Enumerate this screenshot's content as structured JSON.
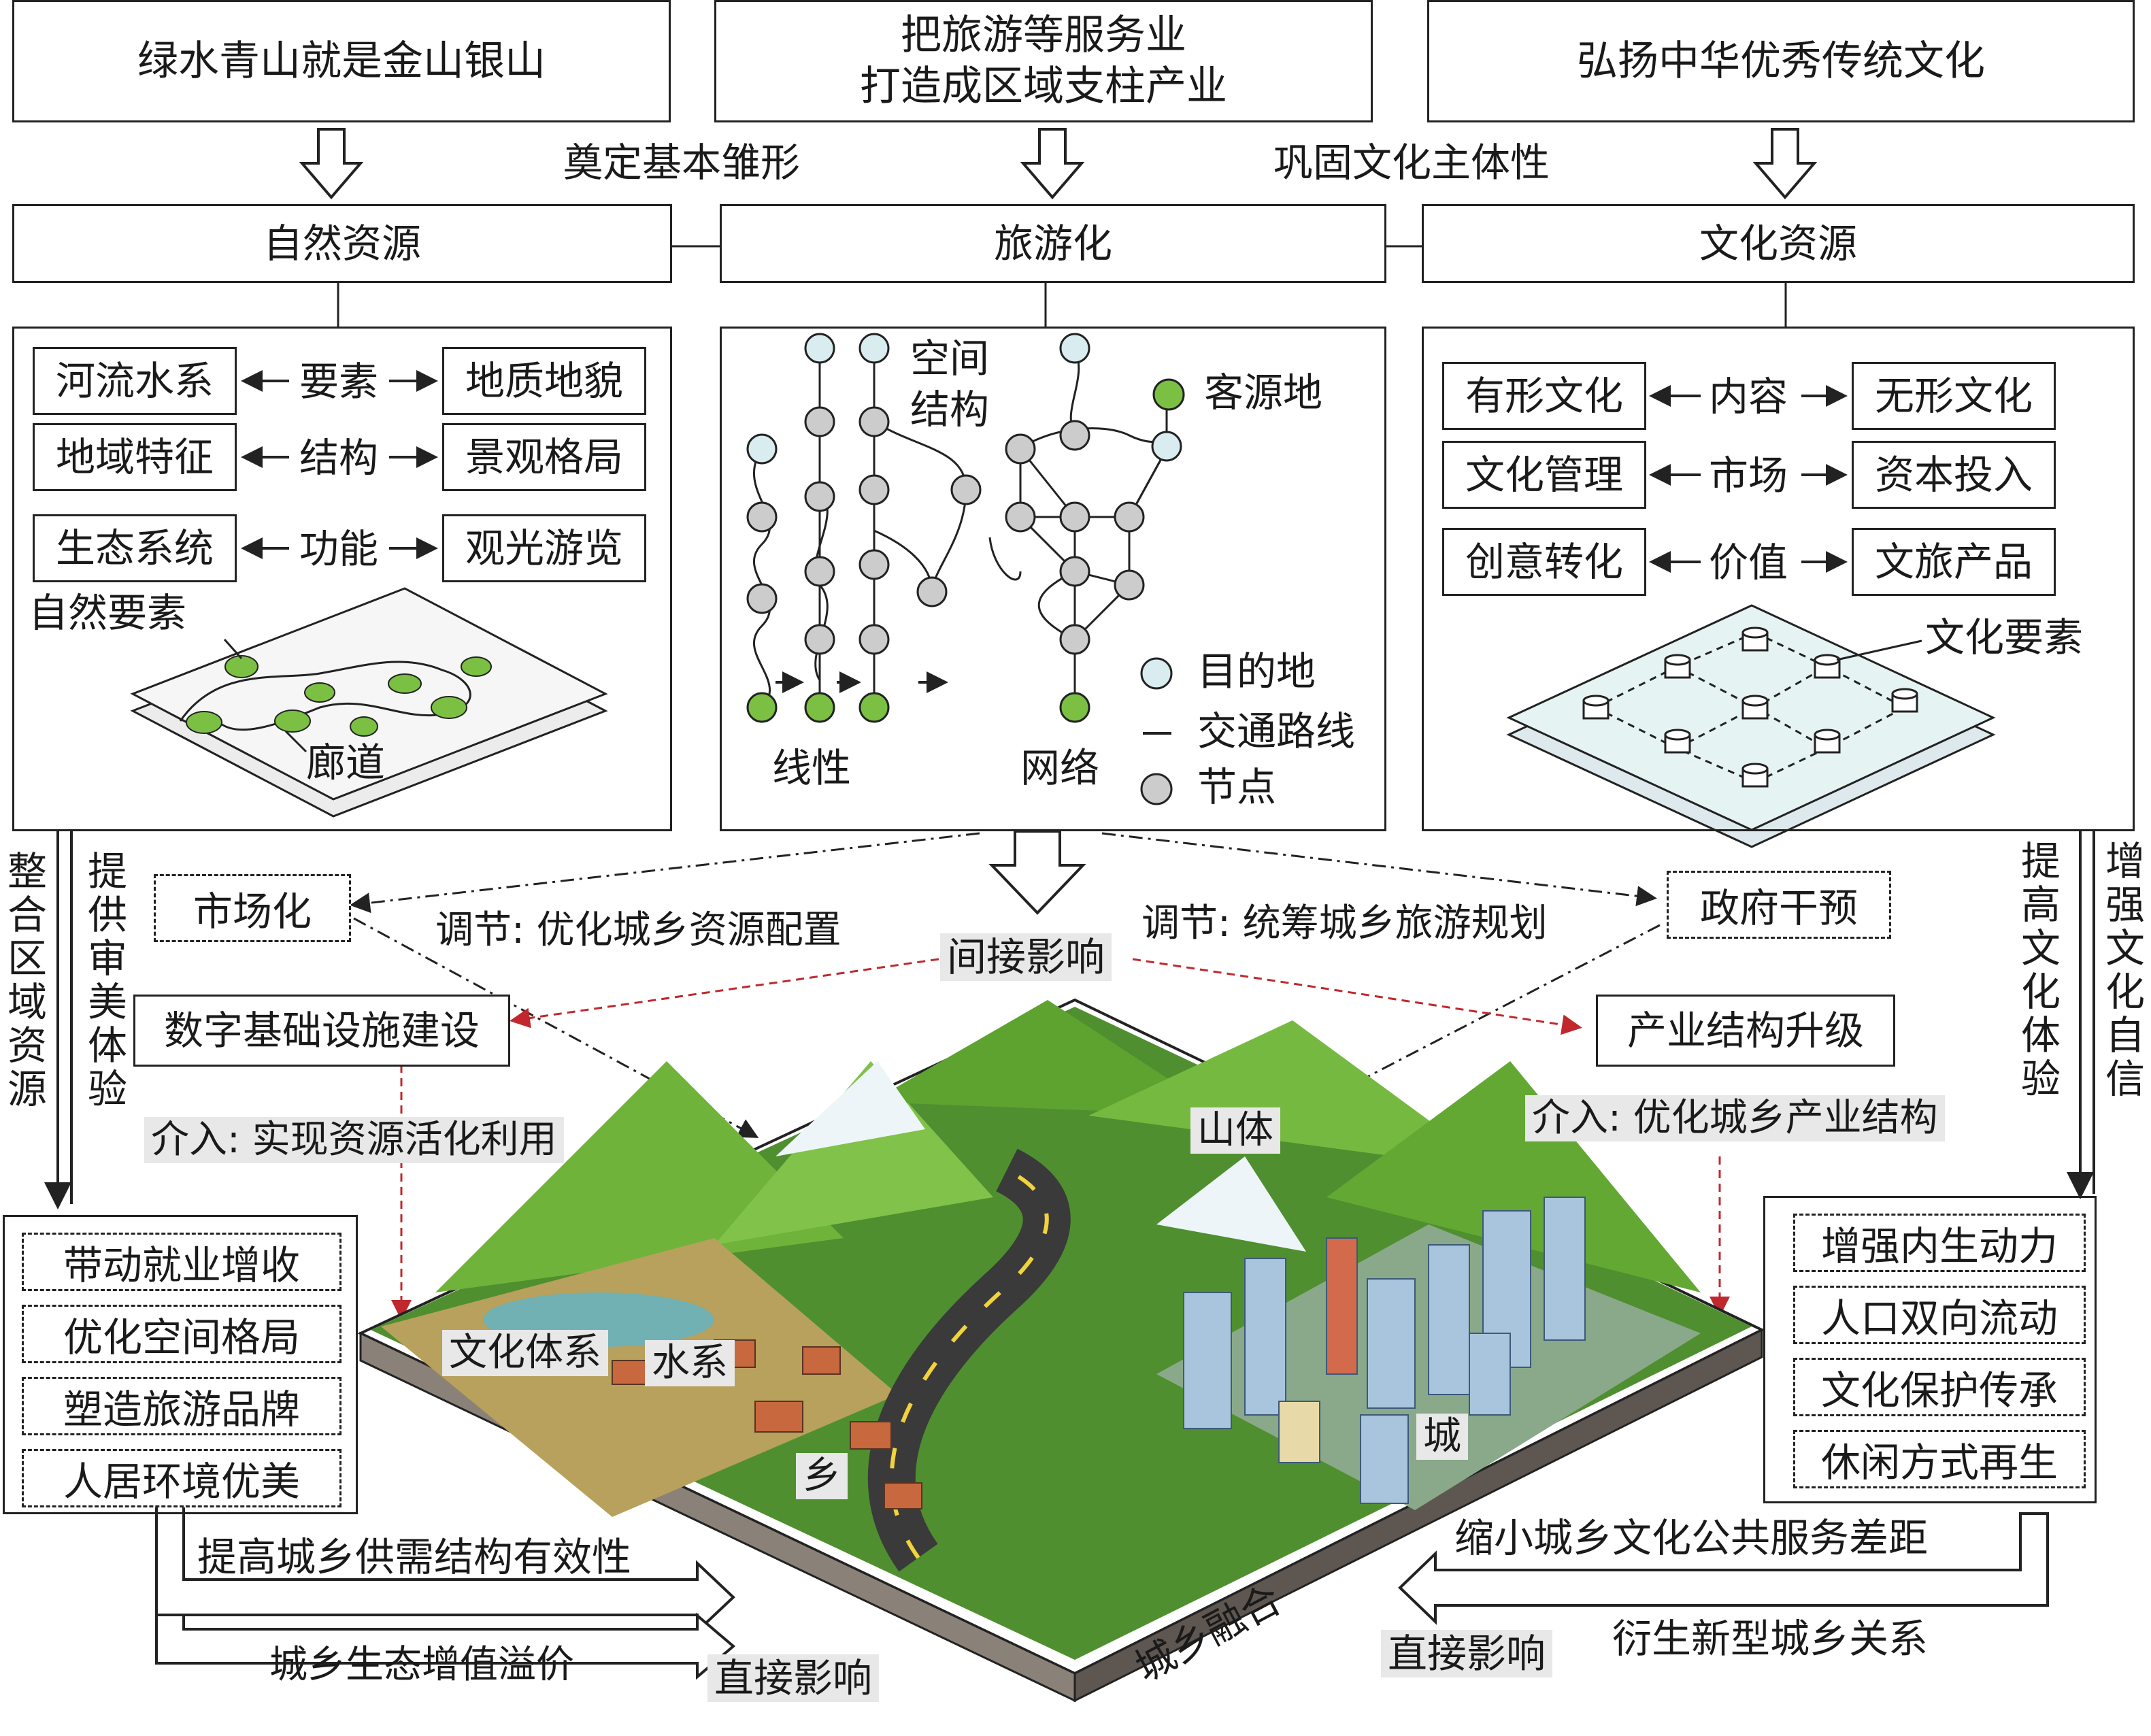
{
  "top_boxes": [
    {
      "text": "绿水青山就是金山银山"
    },
    {
      "text": "把旅游等服务业\n打造成区域支柱产业"
    },
    {
      "text": "弘扬中华优秀传统文化"
    }
  ],
  "top_labels": {
    "left": "奠定基本雏形",
    "right": "巩固文化主体性"
  },
  "column_headers": [
    "自然资源",
    "旅游化",
    "文化资源"
  ],
  "natural_panel": {
    "rows": [
      {
        "left": "河流水系",
        "mid": "要素",
        "right": "地质地貌"
      },
      {
        "left": "地域特征",
        "mid": "结构",
        "right": "景观格局"
      },
      {
        "left": "生态系统",
        "mid": "功能",
        "right": "观光游览"
      }
    ],
    "element_label": "自然要素",
    "corridor_label": "廊道"
  },
  "tourism_panel": {
    "spatial_structure": "空间\n结构",
    "linear_label": "线性",
    "network_label": "网络",
    "legend": {
      "origin": "客源地",
      "destination": "目的地",
      "route": "交通路线",
      "node": "节点"
    }
  },
  "culture_panel": {
    "rows": [
      {
        "left": "有形文化",
        "mid": "内容",
        "right": "无形文化"
      },
      {
        "left": "文化管理",
        "mid": "市场",
        "right": "资本投入"
      },
      {
        "left": "创意转化",
        "mid": "价值",
        "right": "文旅产品"
      }
    ],
    "element_label": "文化要素"
  },
  "middle": {
    "market": "市场化",
    "government": "政府干预",
    "regulate_left": "调节: 优化城乡资源配置",
    "regulate_right": "调节: 统筹城乡旅游规划",
    "indirect": "间接影响",
    "digital": "数字基础设施建设",
    "industry": "产业结构升级",
    "intervene_left": "介入: 实现资源活化利用",
    "intervene_right": "介入: 优化城乡产业结构"
  },
  "side_labels": {
    "left_outer": "整合区域资源",
    "left_inner": "提供审美体验",
    "right_inner": "提高文化体验",
    "right_outer": "增强文化自信"
  },
  "left_outcomes": [
    "带动就业增收",
    "优化空间格局",
    "塑造旅游品牌",
    "人居环境优美"
  ],
  "right_outcomes": [
    "增强内生动力",
    "人口双向流动",
    "文化保护传承",
    "休闲方式再生"
  ],
  "landscape_labels": {
    "mountain": "山体",
    "culture_system": "文化体系",
    "water_system": "水系",
    "village": "乡",
    "city": "城"
  },
  "bottom": {
    "supply_demand": "提高城乡供需结构有效性",
    "eco_value": "城乡生态增值溢价",
    "direct_left": "直接影响",
    "fusion": "城乡融合",
    "narrow_gap": "缩小城乡文化公共服务差距",
    "direct_right": "直接影响",
    "new_relation": "衍生新型城乡关系"
  },
  "colors": {
    "green": "#7bc043",
    "light_blue": "#d9ecef",
    "node_grey": "#cccccc",
    "red_arrow": "#c0282d",
    "mountain": "#6fb33a",
    "road": "#3a3a3a"
  }
}
